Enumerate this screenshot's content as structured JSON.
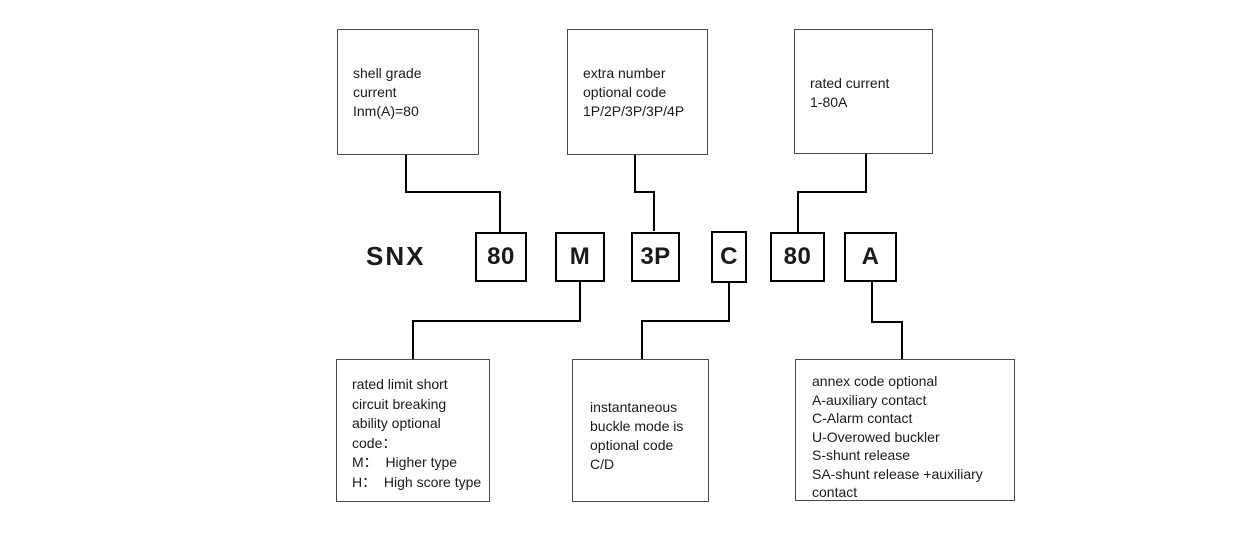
{
  "diagram": {
    "title_hint": "SNX breaker model code designation diagram",
    "model_prefix": "SNX",
    "code_boxes": [
      {
        "code": "80"
      },
      {
        "code": "M"
      },
      {
        "code": "3P"
      },
      {
        "code": "C"
      },
      {
        "code": "80"
      },
      {
        "code": "A"
      }
    ],
    "top_boxes": [
      {
        "id": "shell-grade-current",
        "lines": [
          "shell grade",
          "current",
          "Inm(A)=80"
        ]
      },
      {
        "id": "extra-number-optional-code",
        "lines": [
          "extra number",
          "optional code",
          "1P/2P/3P/3P/4P"
        ]
      },
      {
        "id": "rated-current",
        "lines": [
          "rated current",
          "1-80A"
        ]
      }
    ],
    "bottom_boxes": [
      {
        "id": "breaking-ability-code",
        "lines": [
          "rated limit short",
          "circuit breaking",
          "ability optional",
          "code：",
          "M：  Higher type",
          "H：  High score type"
        ]
      },
      {
        "id": "instantaneous-buckle-mode",
        "lines": [
          "instantaneous",
          "buckle mode is",
          "optional code",
          "C/D"
        ]
      },
      {
        "id": "annex-code-optional",
        "lines": [
          "annex code optional",
          "A-auxiliary contact",
          "C-Alarm contact",
          "U-Overowed buckler",
          "S-shunt release",
          "SA-shunt release +auxiliary",
          "contact"
        ]
      }
    ],
    "colors": {
      "background": "#ffffff",
      "connector_line": "#000000",
      "code_box_border": "#000000",
      "desc_box_border": "#4a4a4a",
      "text": "#1a1a1a"
    }
  }
}
